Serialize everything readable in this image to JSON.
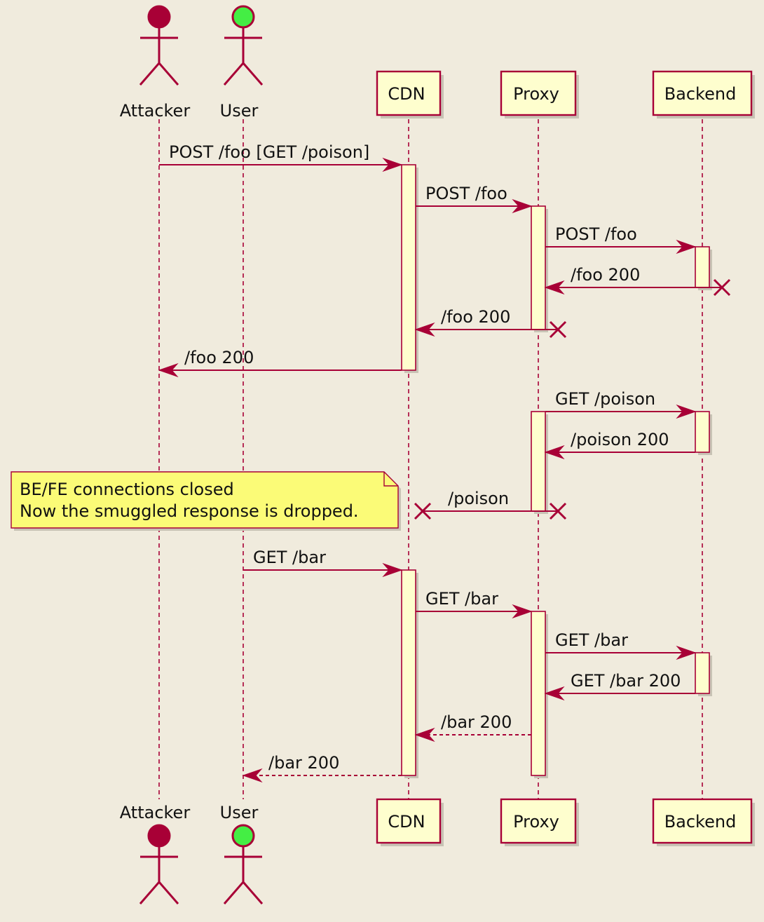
{
  "colors": {
    "background": "#f0ebdd",
    "line": "#a80036",
    "box_fill": "#fefece",
    "note_fill": "#fbfb77",
    "attacker_head": "#a80036",
    "user_head": "#44ee44",
    "shadow": "#c8c3b5"
  },
  "participants": [
    {
      "id": "attacker",
      "label": "Attacker",
      "kind": "actor",
      "icon": "actor-icon"
    },
    {
      "id": "user",
      "label": "User",
      "kind": "actor",
      "icon": "actor-icon"
    },
    {
      "id": "cdn",
      "label": "CDN",
      "kind": "box"
    },
    {
      "id": "proxy",
      "label": "Proxy",
      "kind": "box"
    },
    {
      "id": "backend",
      "label": "Backend",
      "kind": "box"
    }
  ],
  "messages": [
    {
      "from": "attacker",
      "to": "cdn",
      "label": "POST /foo [GET /poison]",
      "style": "solid",
      "end": "arrow"
    },
    {
      "from": "cdn",
      "to": "proxy",
      "label": "POST /foo",
      "style": "solid",
      "end": "arrow"
    },
    {
      "from": "proxy",
      "to": "backend",
      "label": "POST /foo",
      "style": "solid",
      "end": "arrow"
    },
    {
      "from": "backend",
      "to": "proxy",
      "label": "/foo 200",
      "style": "solid",
      "end": "arrow",
      "start_cross": true
    },
    {
      "from": "proxy",
      "to": "cdn",
      "label": "/foo 200",
      "style": "solid",
      "end": "arrow",
      "start_cross": true
    },
    {
      "from": "cdn",
      "to": "attacker",
      "label": "/foo 200",
      "style": "solid",
      "end": "arrow"
    },
    {
      "from": "proxy",
      "to": "backend",
      "label": "GET /poison",
      "style": "solid",
      "end": "arrow"
    },
    {
      "from": "backend",
      "to": "proxy",
      "label": "/poison 200",
      "style": "solid",
      "end": "arrow"
    },
    {
      "from": "proxy",
      "to": "cdn",
      "label": "/poison",
      "style": "solid",
      "end": "cross",
      "start_cross": true
    },
    {
      "from": "user",
      "to": "cdn",
      "label": "GET /bar",
      "style": "solid",
      "end": "arrow"
    },
    {
      "from": "cdn",
      "to": "proxy",
      "label": "GET /bar",
      "style": "solid",
      "end": "arrow"
    },
    {
      "from": "proxy",
      "to": "backend",
      "label": "GET /bar",
      "style": "solid",
      "end": "arrow"
    },
    {
      "from": "backend",
      "to": "proxy",
      "label": "GET /bar 200",
      "style": "solid",
      "end": "arrow"
    },
    {
      "from": "proxy",
      "to": "cdn",
      "label": "/bar 200",
      "style": "dashed",
      "end": "arrow"
    },
    {
      "from": "cdn",
      "to": "user",
      "label": "/bar 200",
      "style": "dashed",
      "end": "arrow"
    }
  ],
  "activations": [
    {
      "participant": "cdn",
      "from_msg": 0,
      "to_msg": 5
    },
    {
      "participant": "proxy",
      "from_msg": 1,
      "to_msg": 4
    },
    {
      "participant": "backend",
      "from_msg": 2,
      "to_msg": 3
    },
    {
      "participant": "proxy",
      "from_msg": 6,
      "to_msg": 8
    },
    {
      "participant": "backend",
      "from_msg": 6,
      "to_msg": 7
    },
    {
      "participant": "cdn",
      "from_msg": 9,
      "to_msg": 14
    },
    {
      "participant": "proxy",
      "from_msg": 10,
      "to_msg": 14
    },
    {
      "participant": "backend",
      "from_msg": 11,
      "to_msg": 12
    }
  ],
  "note": {
    "lines": [
      "BE/FE connections closed",
      "Now the smuggled response is dropped."
    ],
    "attached_to_msg": 8,
    "side": "left"
  }
}
